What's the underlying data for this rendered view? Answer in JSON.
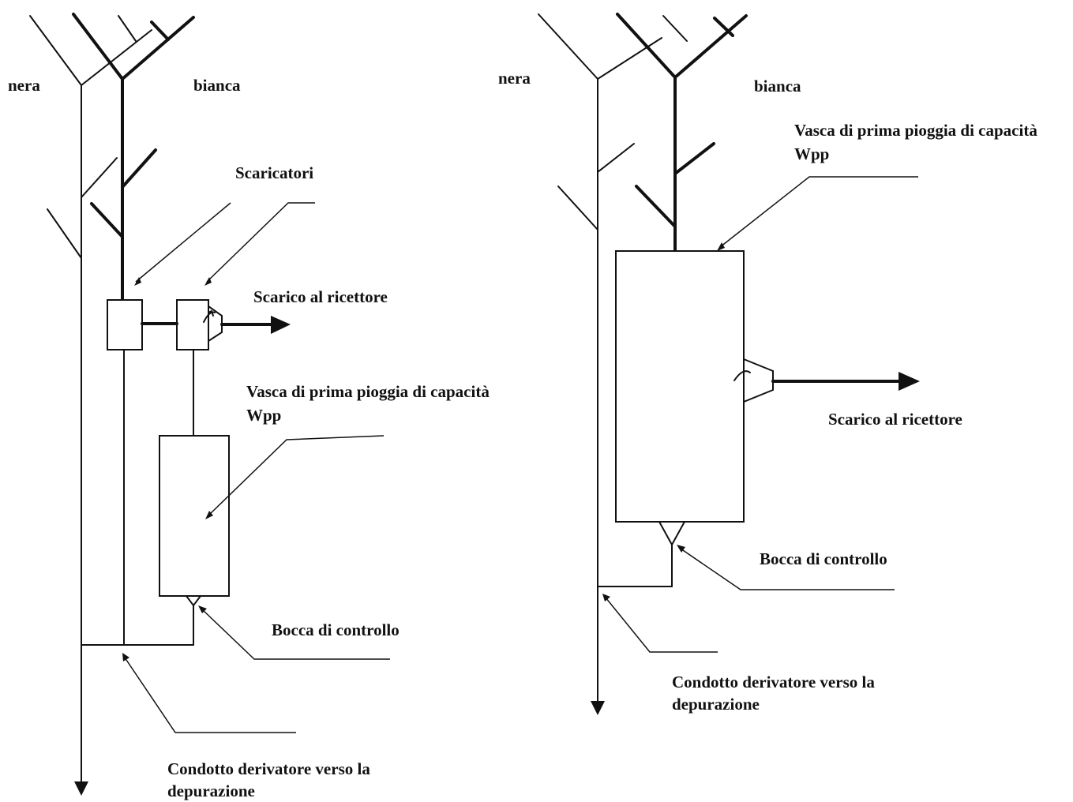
{
  "left_scheme": {
    "label_nera": "nera",
    "label_bianca": "bianca",
    "label_scaricatori": "Scaricatori",
    "label_scarico": "Scarico al ricettore",
    "label_vasca_line1": "Vasca di prima pioggia di capacità",
    "label_vasca_line2": "Wpp",
    "label_bocca": "Bocca di controllo",
    "label_condotto_line1": "Condotto derivatore verso la",
    "label_condotto_line2": "depurazione"
  },
  "right_scheme": {
    "label_nera": "nera",
    "label_bianca": "bianca",
    "label_vasca_line1": "Vasca di prima pioggia di capacità",
    "label_vasca_line2": "Wpp",
    "label_scarico": "Scarico al ricettore",
    "label_bocca": "Bocca di controllo",
    "label_condotto_line1": "Condotto derivatore verso la",
    "label_condotto_line2": "depurazione"
  },
  "colors": {
    "ink": "#111111",
    "background": "#ffffff"
  }
}
